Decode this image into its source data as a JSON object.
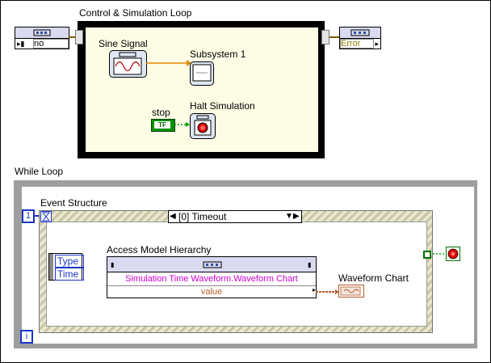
{
  "sim_loop": {
    "title": "Control & Simulation Loop",
    "input_value": "no",
    "output_value": "Error",
    "blocks": {
      "sine_label": "Sine Signal",
      "subsystem_label": "Subsystem 1",
      "stop_label": "stop",
      "stop_constant": "TF",
      "halt_label": "Halt Simulation"
    }
  },
  "while_loop": {
    "title": "While Loop",
    "iteration_count": "1",
    "iteration_terminal": "i",
    "event_structure": {
      "title": "Event Structure",
      "case_selector": "[0] Timeout",
      "left_terminals": [
        "Type",
        "Time"
      ],
      "node": {
        "title": "Access Model Hierarchy",
        "path": "Simulation Time Waveform.Waveform Chart",
        "property": "value"
      },
      "chart_label": "Waveform Chart"
    }
  },
  "colors": {
    "wire_orange": "#e08a00",
    "wire_green": "#00a000",
    "wire_brown": "#b35a2a",
    "magenta_text": "#cc00cc",
    "stop_red": "#e00000"
  }
}
